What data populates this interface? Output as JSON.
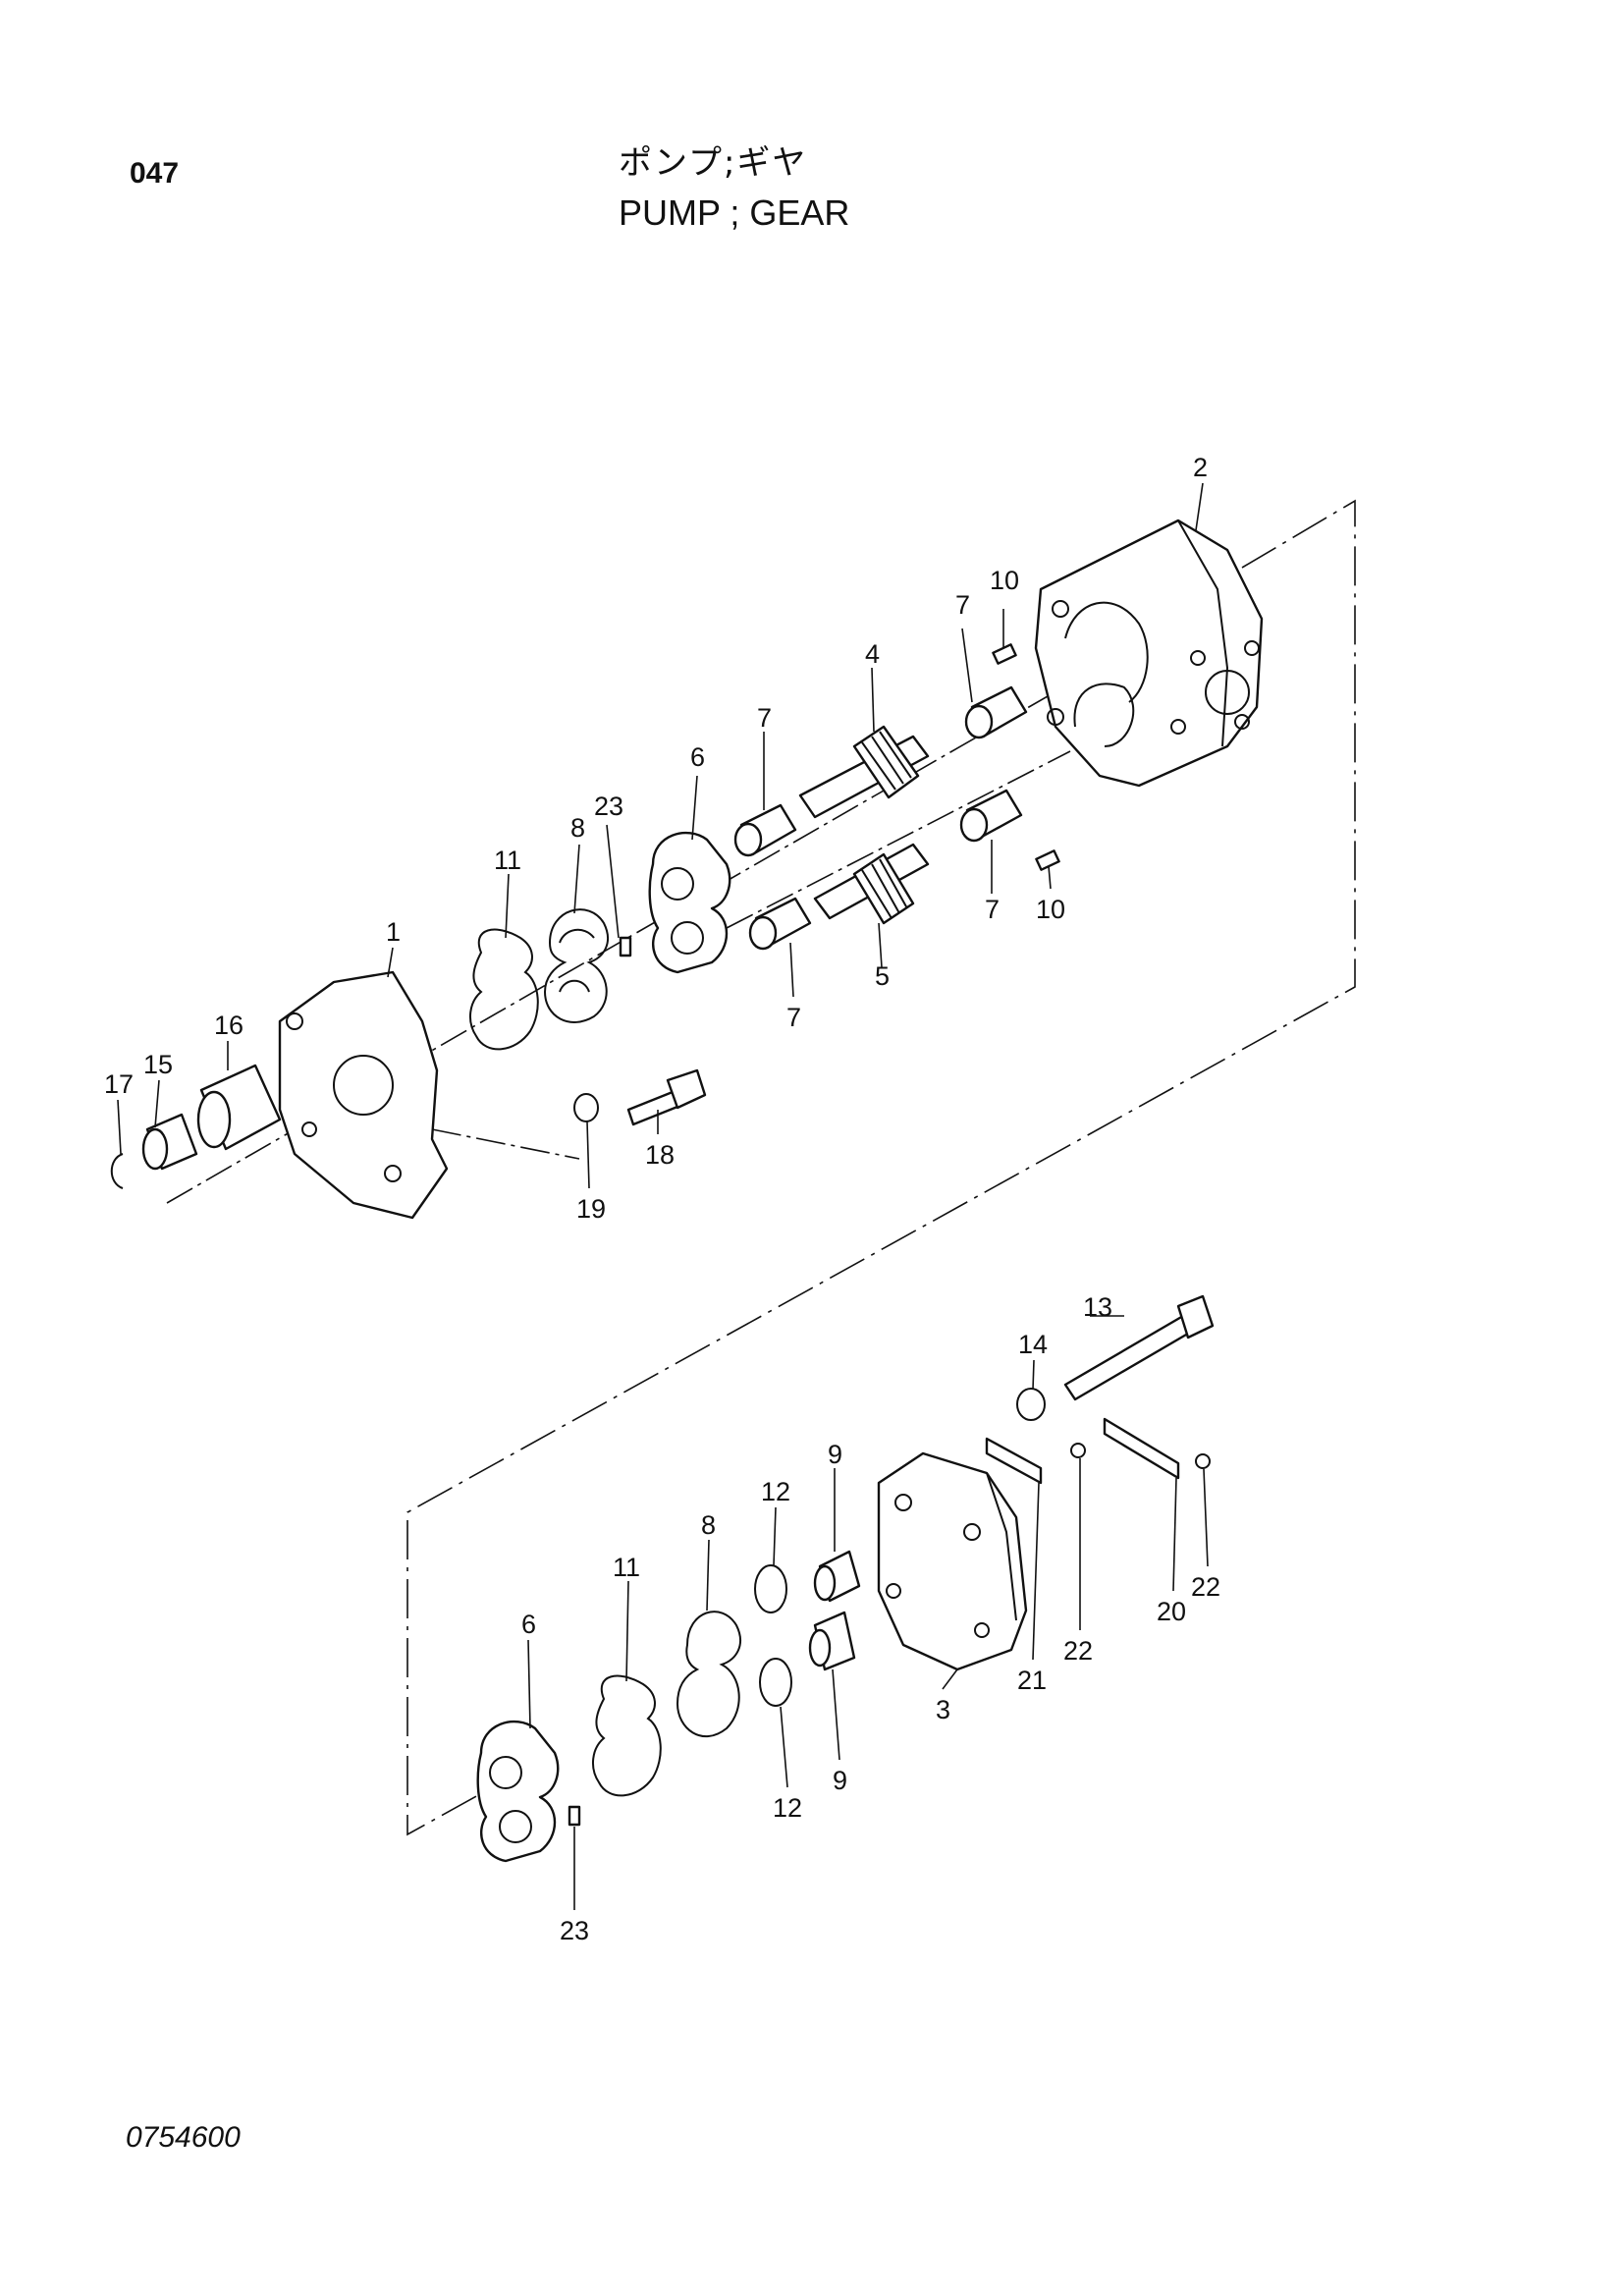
{
  "header": {
    "page_number": "047",
    "title_jp": "ポンプ;ギヤ",
    "title_en": "PUMP ; GEAR"
  },
  "footer": {
    "drawing_code": "0754600"
  },
  "callouts": {
    "c1": "1",
    "c2": "2",
    "c3": "3",
    "c4": "4",
    "c5": "5",
    "c6a": "6",
    "c6b": "6",
    "c7a": "7",
    "c7b": "7",
    "c7c": "7",
    "c7d": "7",
    "c8a": "8",
    "c8b": "8",
    "c9a": "9",
    "c9b": "9",
    "c10a": "10",
    "c10b": "10",
    "c11a": "11",
    "c11b": "11",
    "c12a": "12",
    "c12b": "12",
    "c13": "13",
    "c14": "14",
    "c15": "15",
    "c16": "16",
    "c17": "17",
    "c18": "18",
    "c19": "19",
    "c20": "20",
    "c21": "21",
    "c22a": "22",
    "c22b": "22",
    "c23a": "23",
    "c23b": "23"
  }
}
